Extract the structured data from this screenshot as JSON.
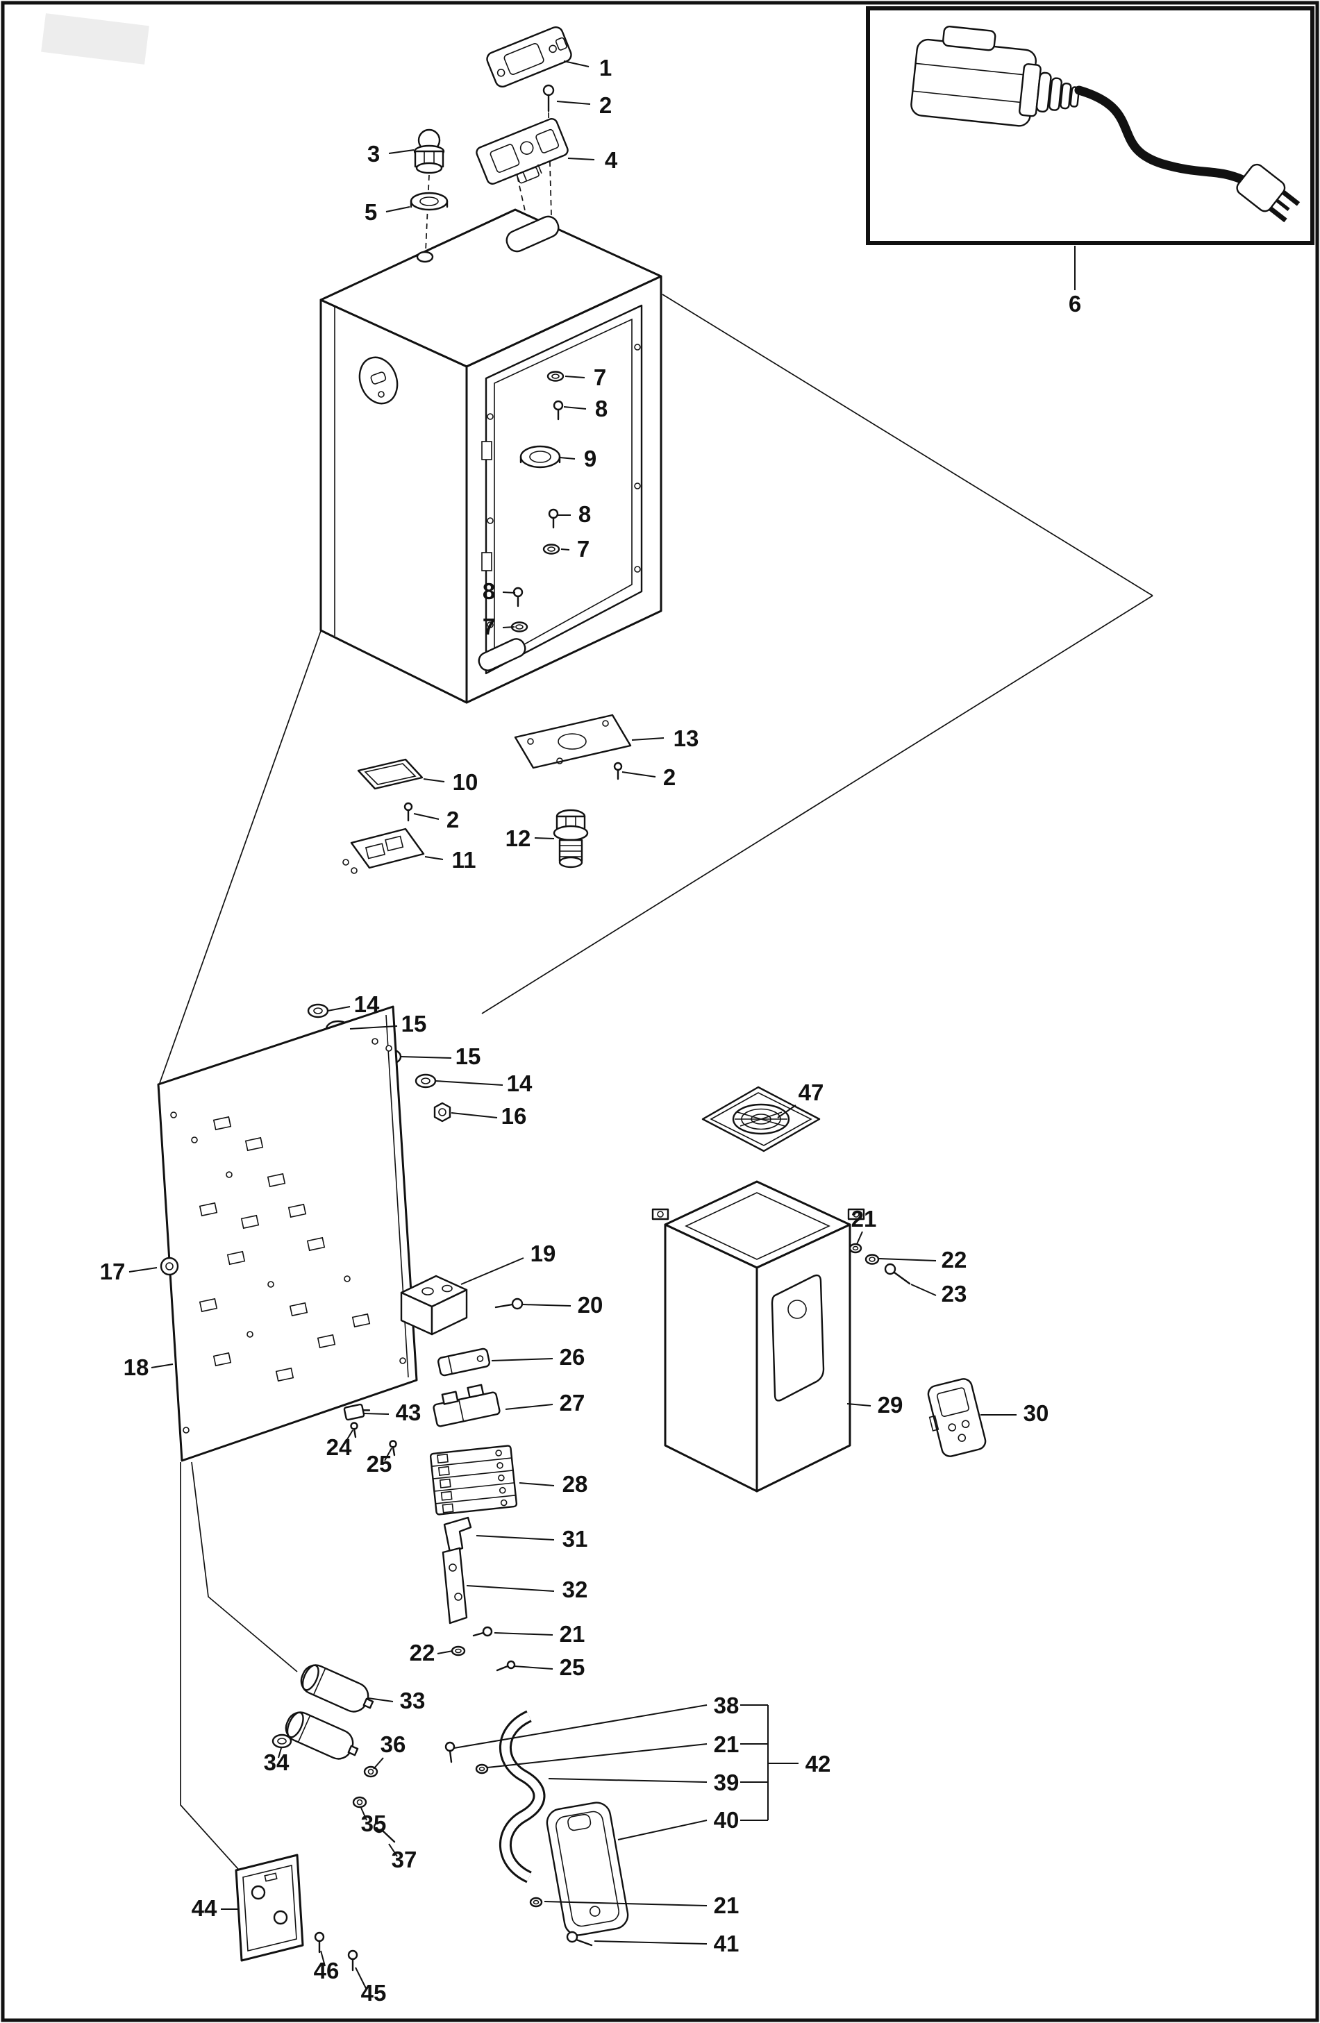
{
  "figure": {
    "type": "exploded-parts-diagram",
    "background": "#ffffff",
    "line_color": "#111111"
  },
  "callouts": [
    "1",
    "2",
    "3",
    "4",
    "5",
    "6",
    "7",
    "8",
    "9",
    "8",
    "7",
    "8",
    "7",
    "13",
    "2",
    "10",
    "2",
    "12",
    "11",
    "14",
    "15",
    "15",
    "14",
    "16",
    "47",
    "17",
    "19",
    "21",
    "22",
    "23",
    "20",
    "26",
    "18",
    "27",
    "43",
    "24",
    "25",
    "29",
    "30",
    "28",
    "31",
    "32",
    "21",
    "22",
    "25",
    "33",
    "38",
    "34",
    "36",
    "21",
    "39",
    "42",
    "40",
    "35",
    "37",
    "44",
    "21",
    "41",
    "46",
    "45"
  ]
}
